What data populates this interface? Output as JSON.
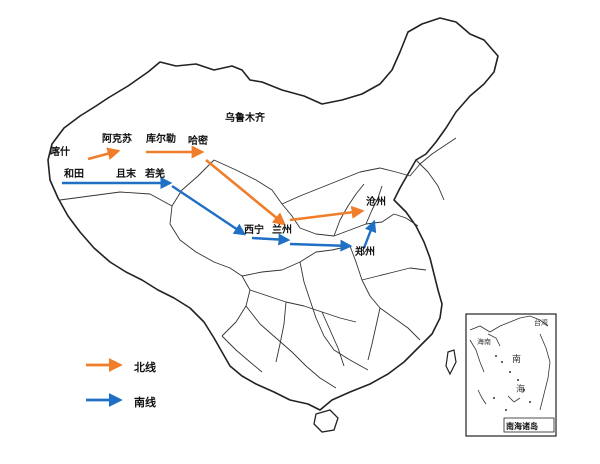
{
  "map": {
    "cities": {
      "kashi": "喀什",
      "akesu": "阿克苏",
      "kuerle": "库尔勒",
      "urumqi": "乌鲁木齐",
      "hami": "哈密",
      "hetian": "和田",
      "qiemo": "且末",
      "ruoqiang": "若羌",
      "xining": "西宁",
      "lanzhou": "兰州",
      "zhengzhou": "郑州",
      "cangzhou": "沧州"
    },
    "routes": {
      "north": {
        "name": "北线",
        "color": "#ef7d2a"
      },
      "south": {
        "name": "南线",
        "color": "#1f6fc5"
      }
    },
    "inset": {
      "caption": "南海诸岛",
      "labels": [
        "海南",
        "台湾",
        "南",
        "海"
      ]
    }
  }
}
